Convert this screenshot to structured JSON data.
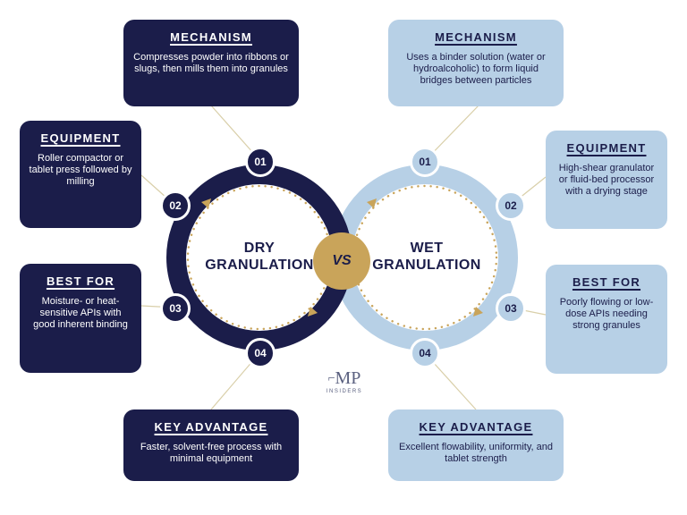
{
  "colors": {
    "navy": "#1b1d4a",
    "light_blue": "#b7d0e6",
    "gold": "#c9a45a"
  },
  "dry": {
    "label_line1": "DRY",
    "label_line2": "GRANULATION",
    "cards": [
      {
        "num": "01",
        "title": "MECHANISM",
        "desc": "Compresses powder into ribbons or slugs, then mills them into granules"
      },
      {
        "num": "02",
        "title": "EQUIPMENT",
        "desc": "Roller compactor or tablet press followed by milling"
      },
      {
        "num": "03",
        "title": "BEST FOR",
        "desc": "Moisture- or heat-sensitive APIs with good inherent binding"
      },
      {
        "num": "04",
        "title": "KEY ADVANTAGE",
        "desc": "Faster, solvent-free process with minimal equipment"
      }
    ]
  },
  "wet": {
    "label_line1": "WET",
    "label_line2": "GRANULATION",
    "cards": [
      {
        "num": "01",
        "title": "MECHANISM",
        "desc": "Uses a binder solution (water or hydroalcoholic) to form liquid bridges between particles"
      },
      {
        "num": "02",
        "title": "EQUIPMENT",
        "desc": "High-shear granulator or fluid-bed processor with a drying stage"
      },
      {
        "num": "03",
        "title": "BEST FOR",
        "desc": "Poorly flowing or low-dose APIs needing strong granules"
      },
      {
        "num": "04",
        "title": "KEY ADVANTAGE",
        "desc": "Excellent flowability, uniformity, and tablet strength"
      }
    ]
  },
  "vs_label": "VS",
  "logo": {
    "mark": "MP",
    "sub": "INSIDERS",
    "icon": "bracket-logo-icon"
  }
}
